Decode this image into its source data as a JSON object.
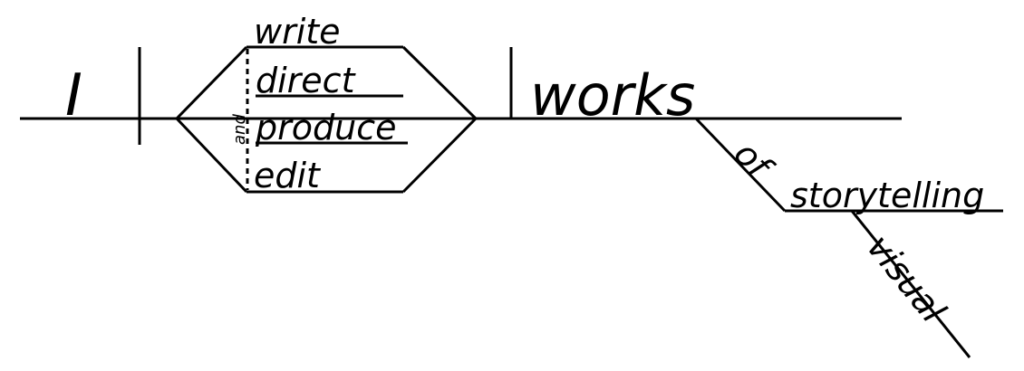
{
  "diagram": {
    "type": "sentence-diagram",
    "subject": "I",
    "verbs": [
      "write",
      "direct",
      "produce",
      "edit"
    ],
    "conjunction": "and",
    "object": "works",
    "preposition": "of",
    "prepositional_object": "storytelling",
    "modifier": "visual",
    "line_color": "#000000",
    "background_color": "#ffffff"
  }
}
